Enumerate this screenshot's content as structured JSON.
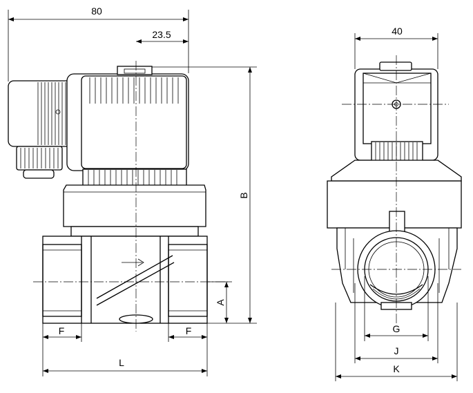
{
  "dimensions": {
    "width_80": "80",
    "offset_23_5": "23.5",
    "width_40": "40",
    "height_B": "B",
    "height_A": "A",
    "port_F_left": "F",
    "port_F_right": "F",
    "length_L": "L",
    "width_G": "G",
    "width_J": "J",
    "width_K": "K"
  }
}
